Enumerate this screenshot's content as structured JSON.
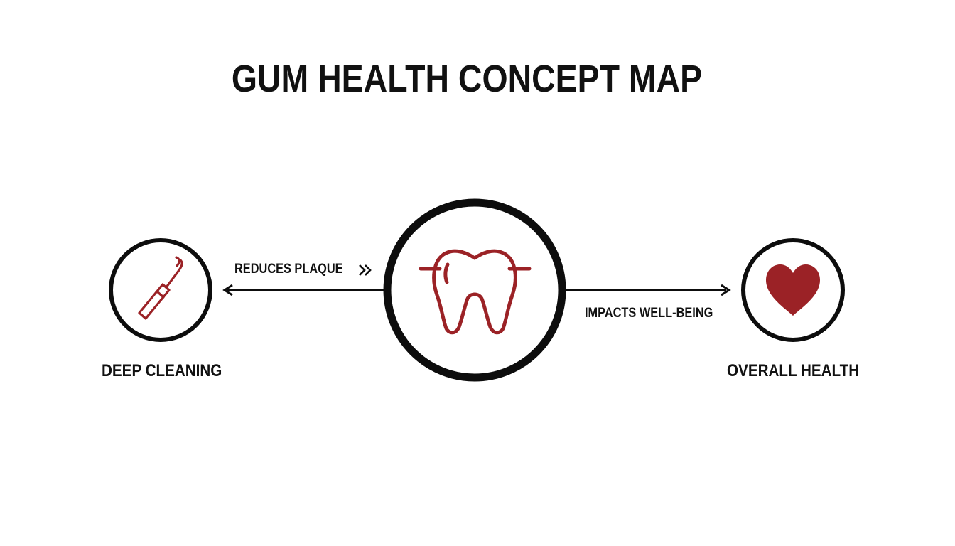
{
  "title": "GUM HEALTH CONCEPT MAP",
  "nodes": {
    "left": {
      "label": "DEEP CLEANING",
      "icon": "dental-scaler-icon"
    },
    "center": {
      "label": "",
      "icon": "tooth-icon"
    },
    "right": {
      "label": "OVERALL HEALTH",
      "icon": "heart-icon"
    }
  },
  "edges": {
    "center_to_left": {
      "label": "REDUCES PLAQUE",
      "suffix_icon": "double-chevron-right-icon"
    },
    "center_to_right": {
      "label": "IMPACTS WELL-BEING"
    }
  },
  "colors": {
    "accent": "#9b2226",
    "outline": "#0d0d0d",
    "text": "#111111",
    "background": "#ffffff"
  }
}
